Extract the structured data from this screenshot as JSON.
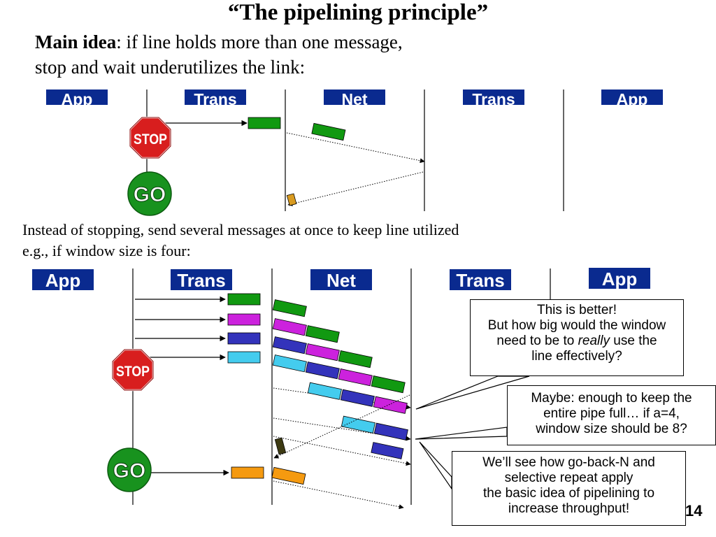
{
  "slide": {
    "title": "“The pipelining principle”",
    "intro_bold": "Main idea",
    "intro_rest": ": if line holds more than one message,",
    "intro_line2": "stop and wait underutilizes the link:",
    "middle_line1": "Instead of stopping, send several messages at once to keep line utilized",
    "middle_line2": "e.g., if window size is four:",
    "page_number": "14"
  },
  "top_diagram": {
    "layers": [
      "App",
      "Trans",
      "Net",
      "Trans",
      "App"
    ],
    "stop_sign": "STOP",
    "go_sign": "GO"
  },
  "bottom_diagram": {
    "layers": [
      "App",
      "Trans",
      "Net",
      "Trans",
      "App"
    ],
    "stop_sign": "STOP",
    "go_sign": "GO"
  },
  "callouts": {
    "better": {
      "line1": "This is better!",
      "line2": "But how big would the window",
      "line3_pre": "need to be to ",
      "line3_em": "really",
      "line3_post": " use the",
      "line4": "line effectively?"
    },
    "maybe": {
      "line1": "Maybe: enough to keep the",
      "line2": "entire pipe full… if a=4,",
      "line3": "window size should be 8?"
    },
    "gobackn": {
      "line1": "We’ll see how go-back-N and",
      "line2": "selective repeat apply",
      "line3": "the basic idea of pipelining to",
      "line4": "increase throughput!"
    }
  },
  "colors": {
    "label_bg": "#0a2a8f",
    "green": "#119911",
    "magenta": "#cc22dd",
    "blue": "#3333bb",
    "cyan": "#44ccee",
    "orange": "#f59a10",
    "stop_red": "#d81e1e",
    "go_green": "#18921e"
  }
}
